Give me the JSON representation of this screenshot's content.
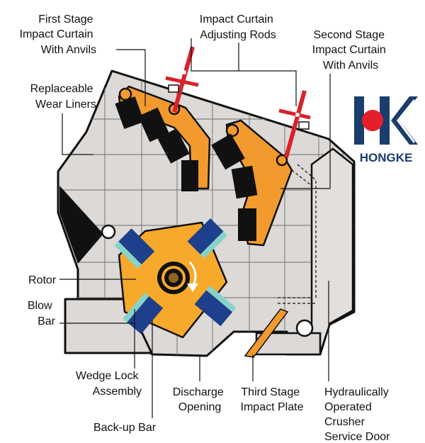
{
  "colors": {
    "body": "#dcd9d6",
    "outline": "#111111",
    "grid": "#6d6d6d",
    "orange": "#f39a2e",
    "rotor": "#f6a92a",
    "blue": "#1d3f8c",
    "teal": "#86d3c9",
    "red": "#d8232a",
    "logo_blue": "#1a3d6d",
    "logo_red": "#e3202a"
  },
  "logo": {
    "brand": "HONGKE",
    "icon": "hk-logo-icon"
  },
  "labels": {
    "first_stage": [
      "First Stage",
      "Impact Curtain",
      "With Anvils"
    ],
    "adjusting_rods": [
      "Impact Curtain",
      "Adjusting Rods"
    ],
    "second_stage": [
      "Second Stage",
      "Impact Curtain",
      "With Anvils"
    ],
    "wear_liners": [
      "Replaceable",
      "Wear Liners"
    ],
    "rotor": "Rotor",
    "blow_bar": [
      "Blow",
      "Bar"
    ],
    "wedge_lock": [
      "Wedge Lock",
      "Assembly"
    ],
    "backup_bar": "Back-up Bar",
    "discharge": [
      "Discharge",
      "Opening"
    ],
    "third_stage": [
      "Third Stage",
      "Impact Plate"
    ],
    "service_door": [
      "Hydraulically",
      "Operated",
      "Crusher",
      "Service Door"
    ]
  }
}
